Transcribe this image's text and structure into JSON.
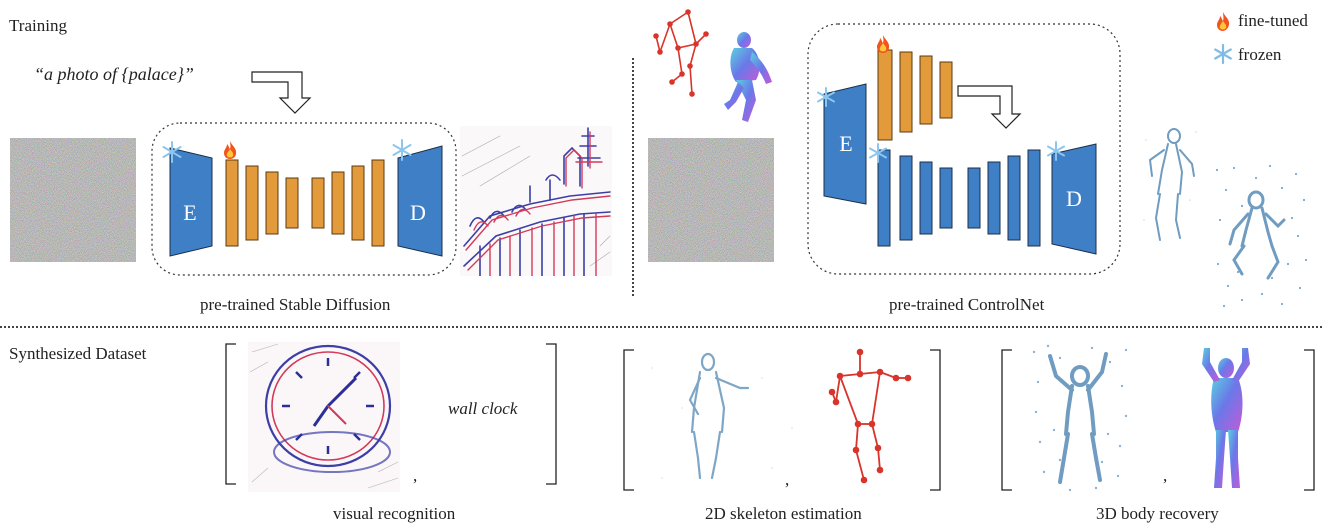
{
  "sections": {
    "training": "Training",
    "synthesized": "Synthesized Dataset"
  },
  "legend": {
    "fine_tuned": "fine-tuned",
    "frozen": "frozen",
    "fire_icon": "fire-icon",
    "snow_icon": "snowflake-icon"
  },
  "prompt": "“a photo of {palace}”",
  "stable_diffusion": {
    "encoder": "E",
    "decoder": "D",
    "caption": "pre-trained Stable Diffusion"
  },
  "controlnet": {
    "encoder": "E",
    "decoder": "D",
    "caption": "pre-trained ControlNet"
  },
  "dataset": {
    "recognition_label": "wall clock",
    "recognition_caption": "visual recognition",
    "skeleton_caption": "2D skeleton estimation",
    "body_caption": "3D body recovery",
    "comma": ","
  },
  "colors": {
    "orange": "#E39A3B",
    "blue": "#3F7FC6",
    "skeleton_red": "#D9342B",
    "sketch_blue": "#6F9CC0"
  }
}
